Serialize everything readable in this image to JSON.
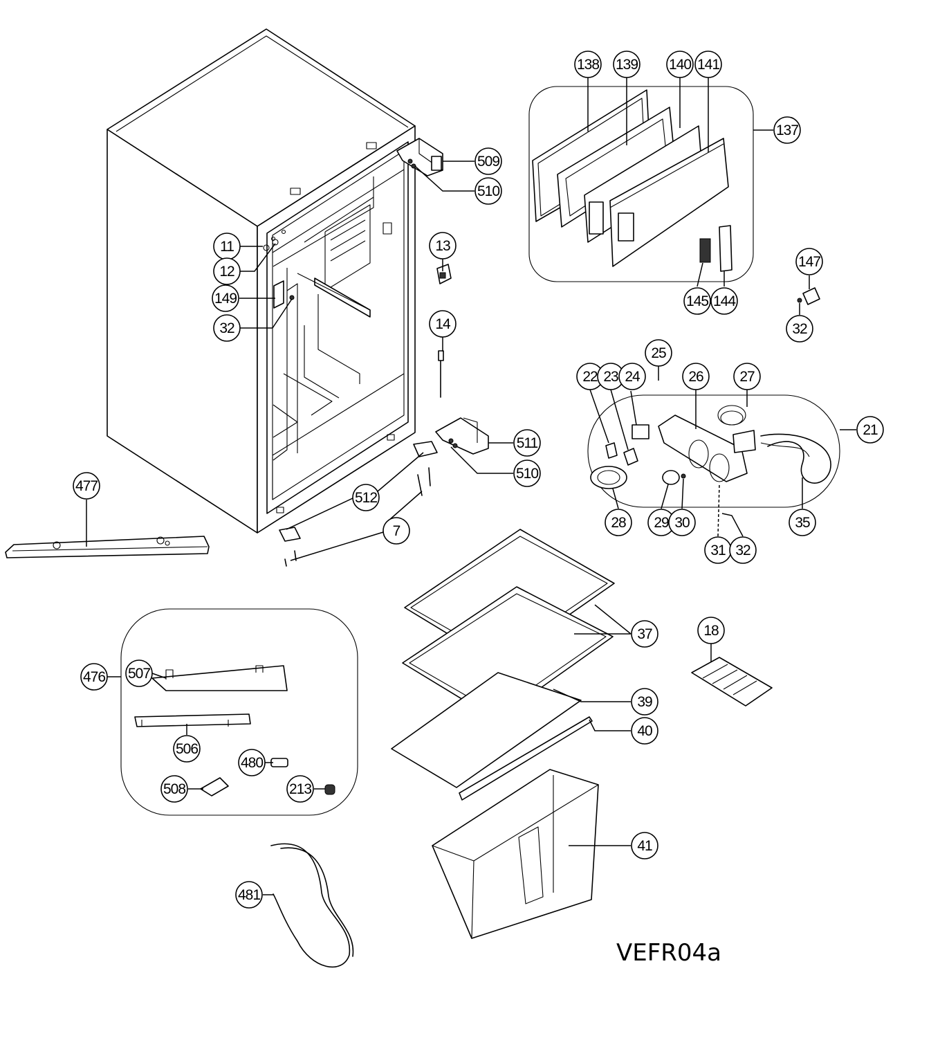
{
  "diagram_code": "VEFR04a",
  "callouts": [
    {
      "id": "c138",
      "label": "138"
    },
    {
      "id": "c139",
      "label": "139"
    },
    {
      "id": "c140",
      "label": "140"
    },
    {
      "id": "c141",
      "label": "141"
    },
    {
      "id": "c137",
      "label": "137"
    },
    {
      "id": "c509",
      "label": "509"
    },
    {
      "id": "c510a",
      "label": "510"
    },
    {
      "id": "c11",
      "label": "11"
    },
    {
      "id": "c12",
      "label": "12"
    },
    {
      "id": "c149",
      "label": "149"
    },
    {
      "id": "c32a",
      "label": "32"
    },
    {
      "id": "c13",
      "label": "13"
    },
    {
      "id": "c14",
      "label": "14"
    },
    {
      "id": "c145",
      "label": "145"
    },
    {
      "id": "c144",
      "label": "144"
    },
    {
      "id": "c147",
      "label": "147"
    },
    {
      "id": "c32b",
      "label": "32"
    },
    {
      "id": "c25",
      "label": "25"
    },
    {
      "id": "c22",
      "label": "22"
    },
    {
      "id": "c23",
      "label": "23"
    },
    {
      "id": "c24",
      "label": "24"
    },
    {
      "id": "c26",
      "label": "26"
    },
    {
      "id": "c27",
      "label": "27"
    },
    {
      "id": "c21",
      "label": "21"
    },
    {
      "id": "c511",
      "label": "511"
    },
    {
      "id": "c510b",
      "label": "510"
    },
    {
      "id": "c477",
      "label": "477"
    },
    {
      "id": "c512",
      "label": "512"
    },
    {
      "id": "c7",
      "label": "7"
    },
    {
      "id": "c28",
      "label": "28"
    },
    {
      "id": "c29",
      "label": "29"
    },
    {
      "id": "c30",
      "label": "30"
    },
    {
      "id": "c35",
      "label": "35"
    },
    {
      "id": "c31",
      "label": "31"
    },
    {
      "id": "c32c",
      "label": "32"
    },
    {
      "id": "c37",
      "label": "37"
    },
    {
      "id": "c18",
      "label": "18"
    },
    {
      "id": "c476",
      "label": "476"
    },
    {
      "id": "c507",
      "label": "507"
    },
    {
      "id": "c39",
      "label": "39"
    },
    {
      "id": "c40",
      "label": "40"
    },
    {
      "id": "c506",
      "label": "506"
    },
    {
      "id": "c480",
      "label": "480"
    },
    {
      "id": "c508",
      "label": "508"
    },
    {
      "id": "c213",
      "label": "213"
    },
    {
      "id": "c41",
      "label": "41"
    },
    {
      "id": "c481",
      "label": "481"
    }
  ]
}
